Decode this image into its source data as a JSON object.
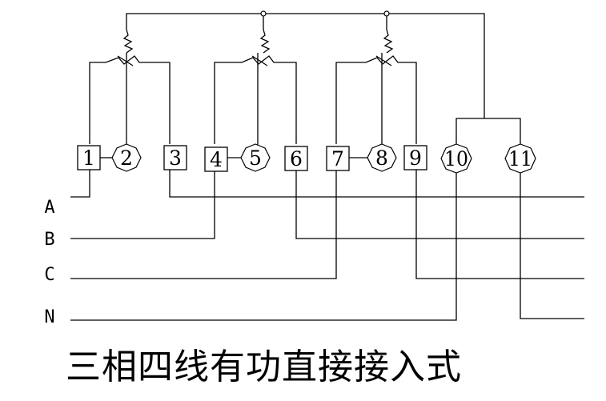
{
  "terminals": [
    "1",
    "2",
    "3",
    "4",
    "5",
    "6",
    "7",
    "8",
    "9",
    "10",
    "11"
  ],
  "lines": [
    "A",
    "B",
    "C",
    "N"
  ],
  "caption": "三相四线有功直接接入式"
}
